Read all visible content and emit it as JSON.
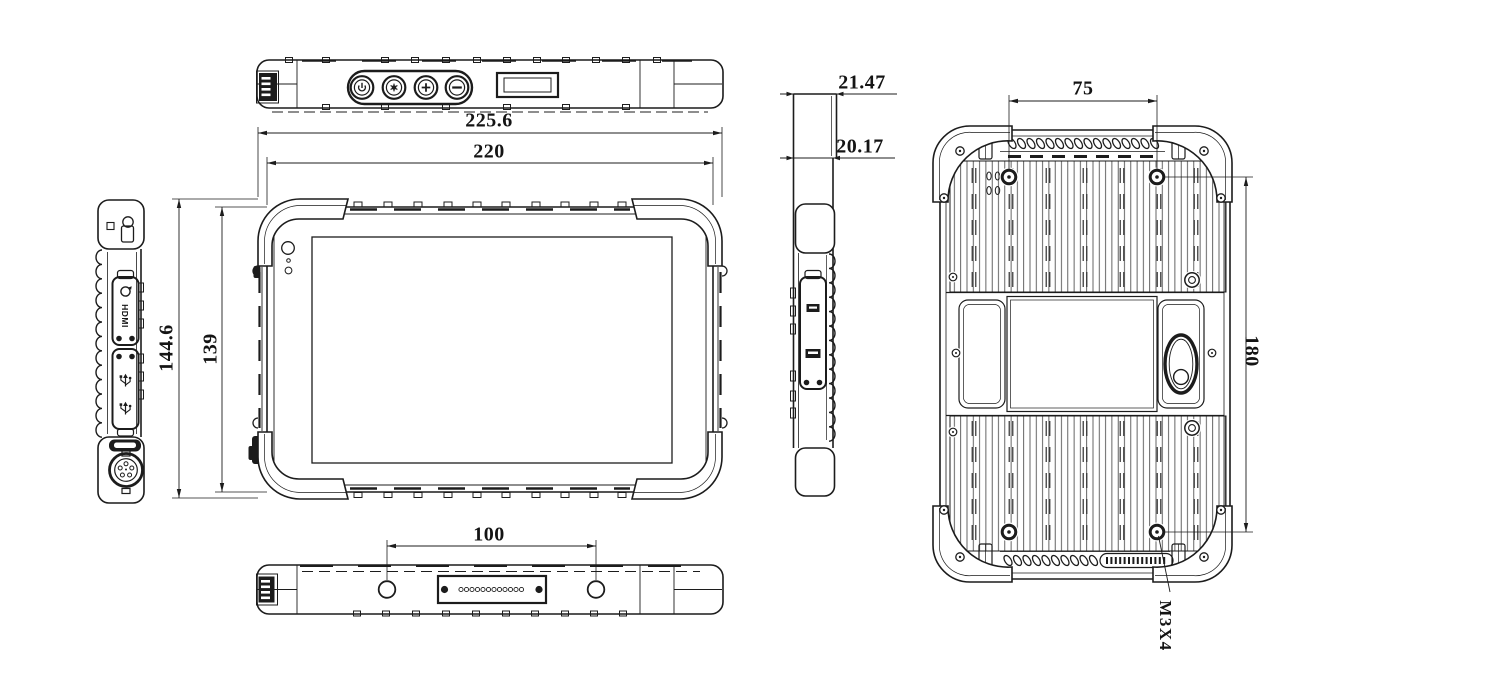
{
  "page": {
    "background": "#ffffff",
    "line_color": "#1c1c1c"
  },
  "dims": {
    "overall_width": "225.6",
    "body_width": "220",
    "overall_height": "144.6",
    "body_height": "139",
    "thickness_overall": "21.47",
    "thickness_body": "20.17",
    "mount_hole_spacing_horizontal": "75",
    "mount_hole_spacing_vertical": "180",
    "bottom_hole_spacing": "100",
    "mount_screw_spec": "M3X4"
  },
  "labels": {
    "hdmi": "HDMI"
  },
  "icons": {
    "power_button": "power-icon",
    "function_button": "star-icon",
    "volume_up_button": "plus-icon",
    "volume_down_button": "minus-icon",
    "usb_ports": "usb-icon",
    "rotate_button": "rotate-arrow-icon",
    "rear_camera": "camera-lens",
    "front_camera": "camera-lens"
  }
}
